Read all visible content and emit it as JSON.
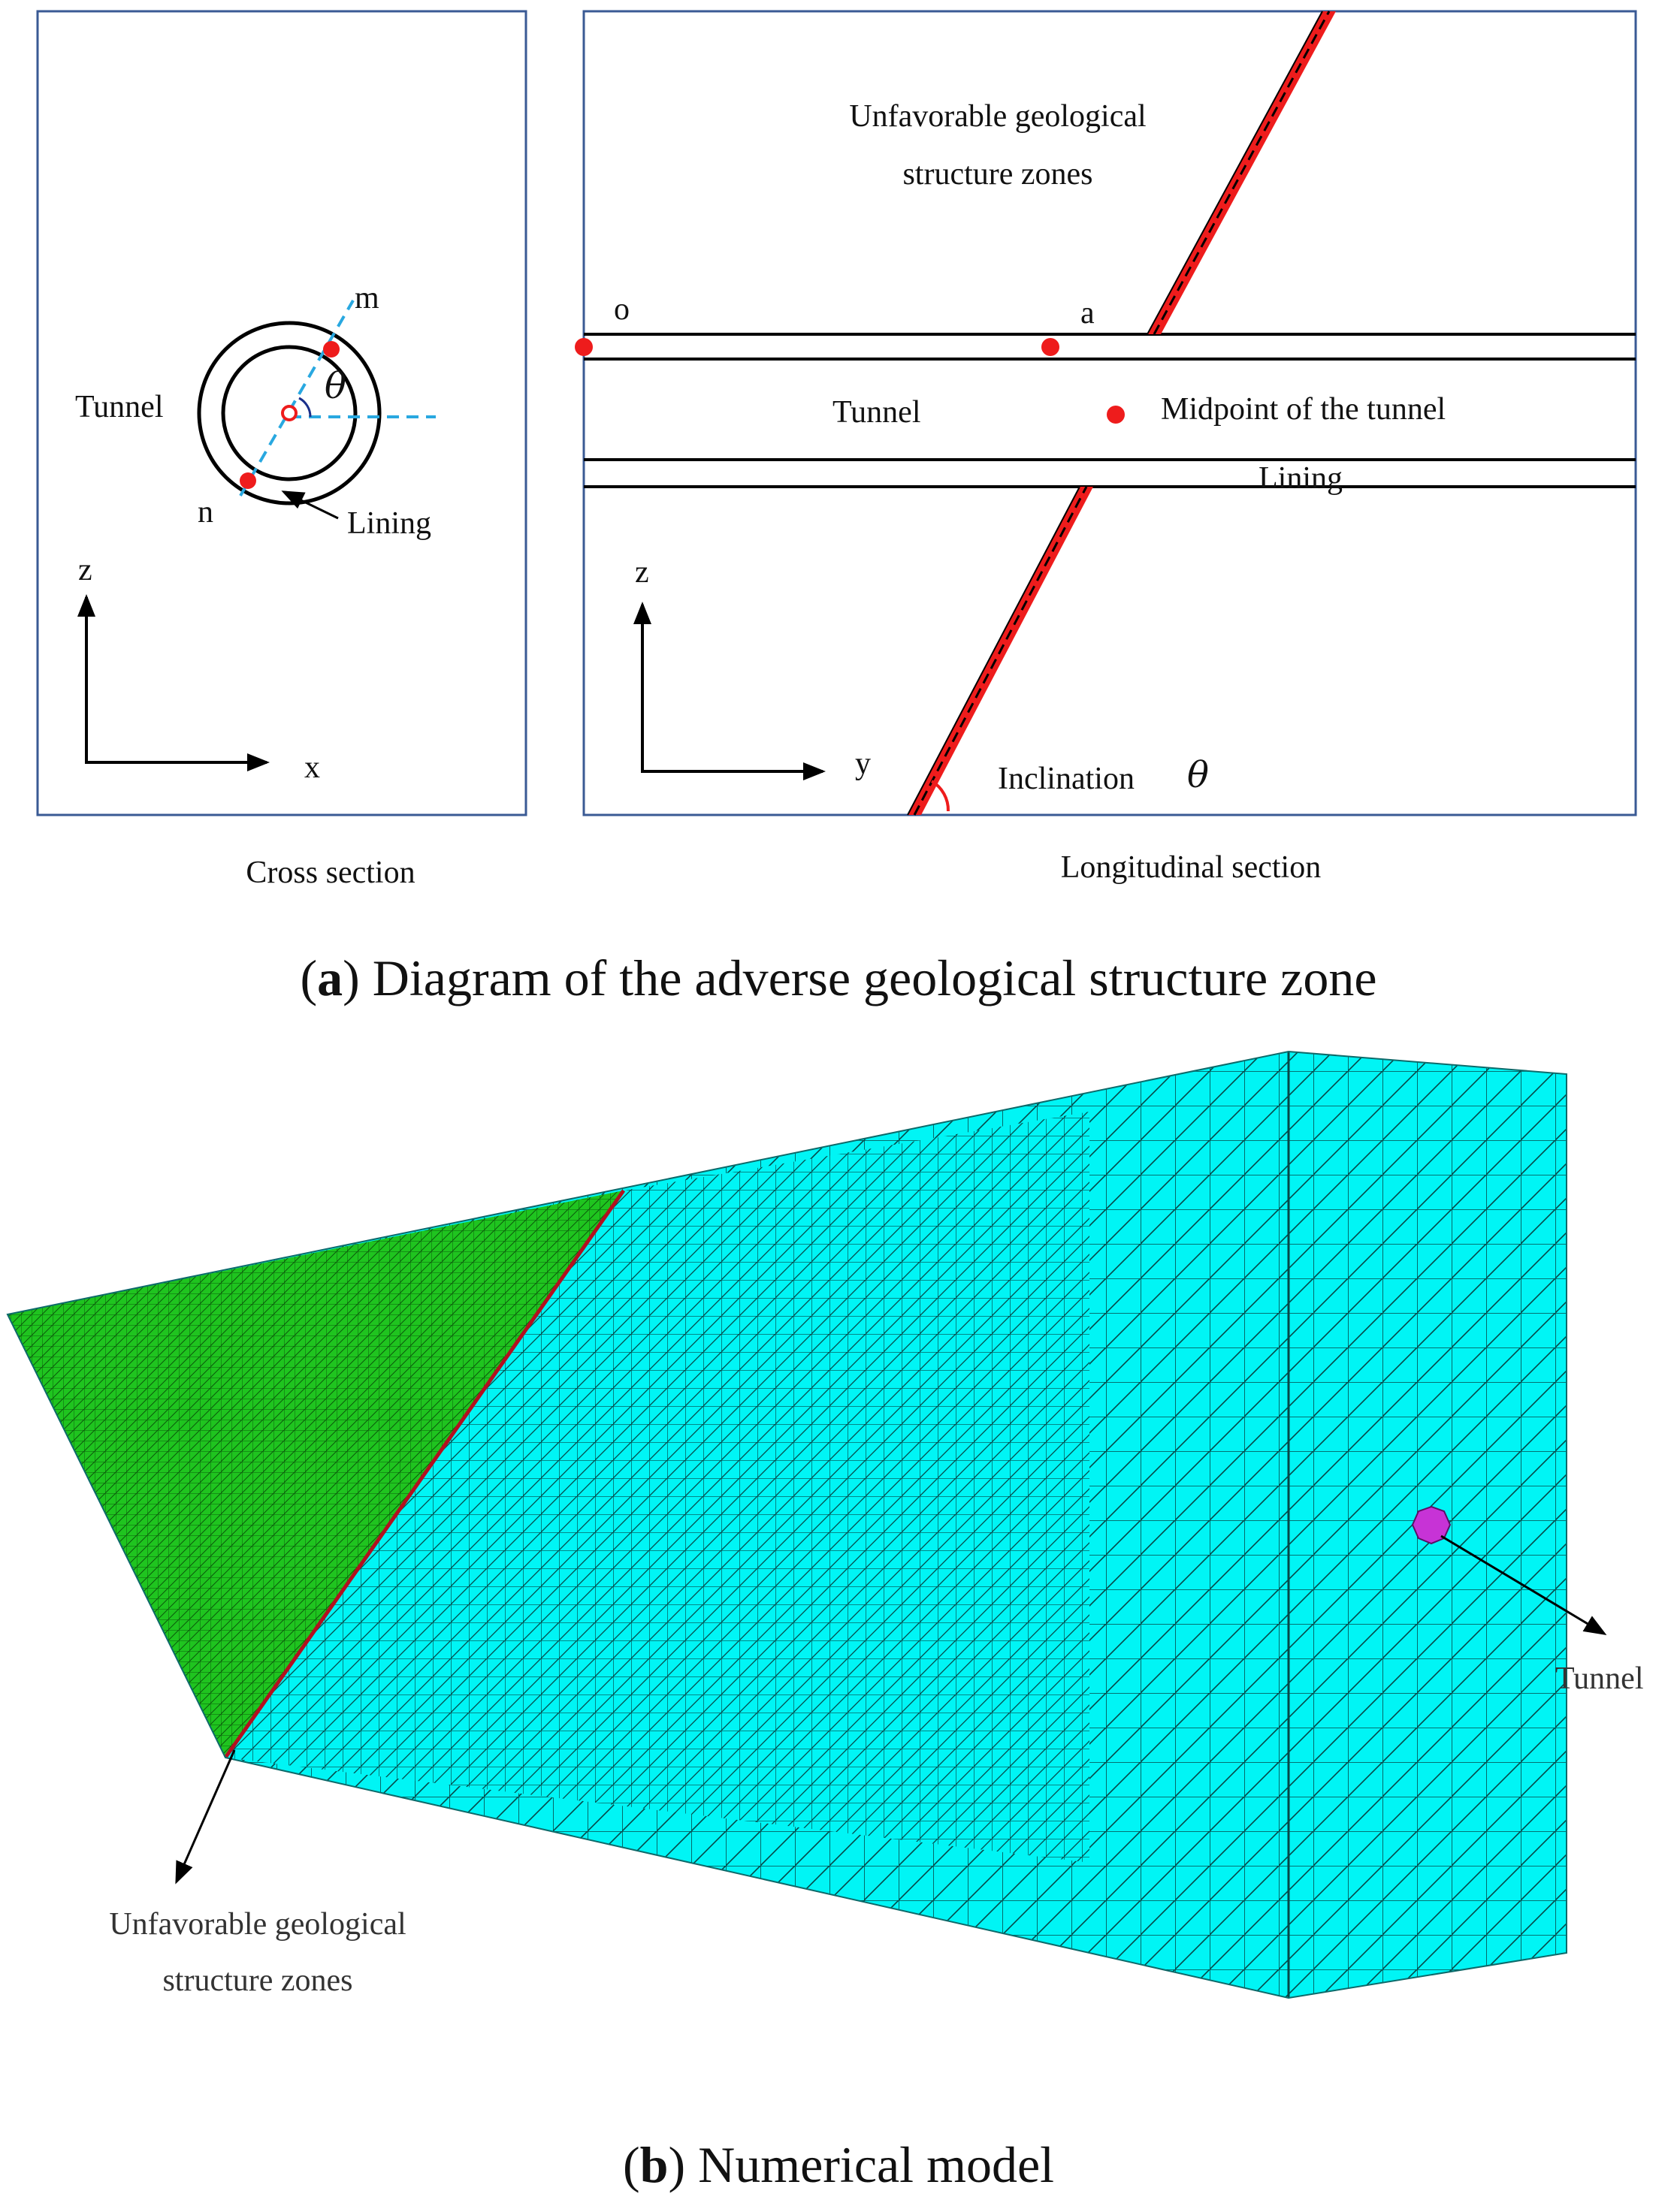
{
  "panel_a": {
    "caption_letter": "a",
    "caption_text": "Diagram of the adverse geological structure zone",
    "cross_section": {
      "label": "Cross section",
      "tunnel": "Tunnel",
      "lining": "Lining",
      "point_m": "m",
      "point_n": "n",
      "angle": "θ",
      "axis_z": "z",
      "axis_x": "x"
    },
    "longitudinal_section": {
      "label": "Longitudinal section",
      "zone_line1": "Unfavorable geological",
      "zone_line2": "structure zones",
      "point_o": "o",
      "point_a": "a",
      "tunnel": "Tunnel",
      "midpoint": "Midpoint of the tunnel",
      "lining": "Lining",
      "inclination": "Inclination",
      "angle": "θ",
      "axis_z": "z",
      "axis_y": "y"
    }
  },
  "panel_b": {
    "caption_letter": "b",
    "caption_text": "Numerical model",
    "tunnel": "Tunnel",
    "zone_line1": "Unfavorable geological",
    "zone_line2": "structure zones"
  },
  "colors": {
    "box_border": "#3a5a94",
    "fault_red": "#ee1c1c",
    "marker_red": "#ee1c1c",
    "dash_blue": "#29a8e0",
    "mesh_cyan": "#00f5f5",
    "mesh_green": "#1fc41f",
    "tunnel_magenta": "#c733d6"
  }
}
